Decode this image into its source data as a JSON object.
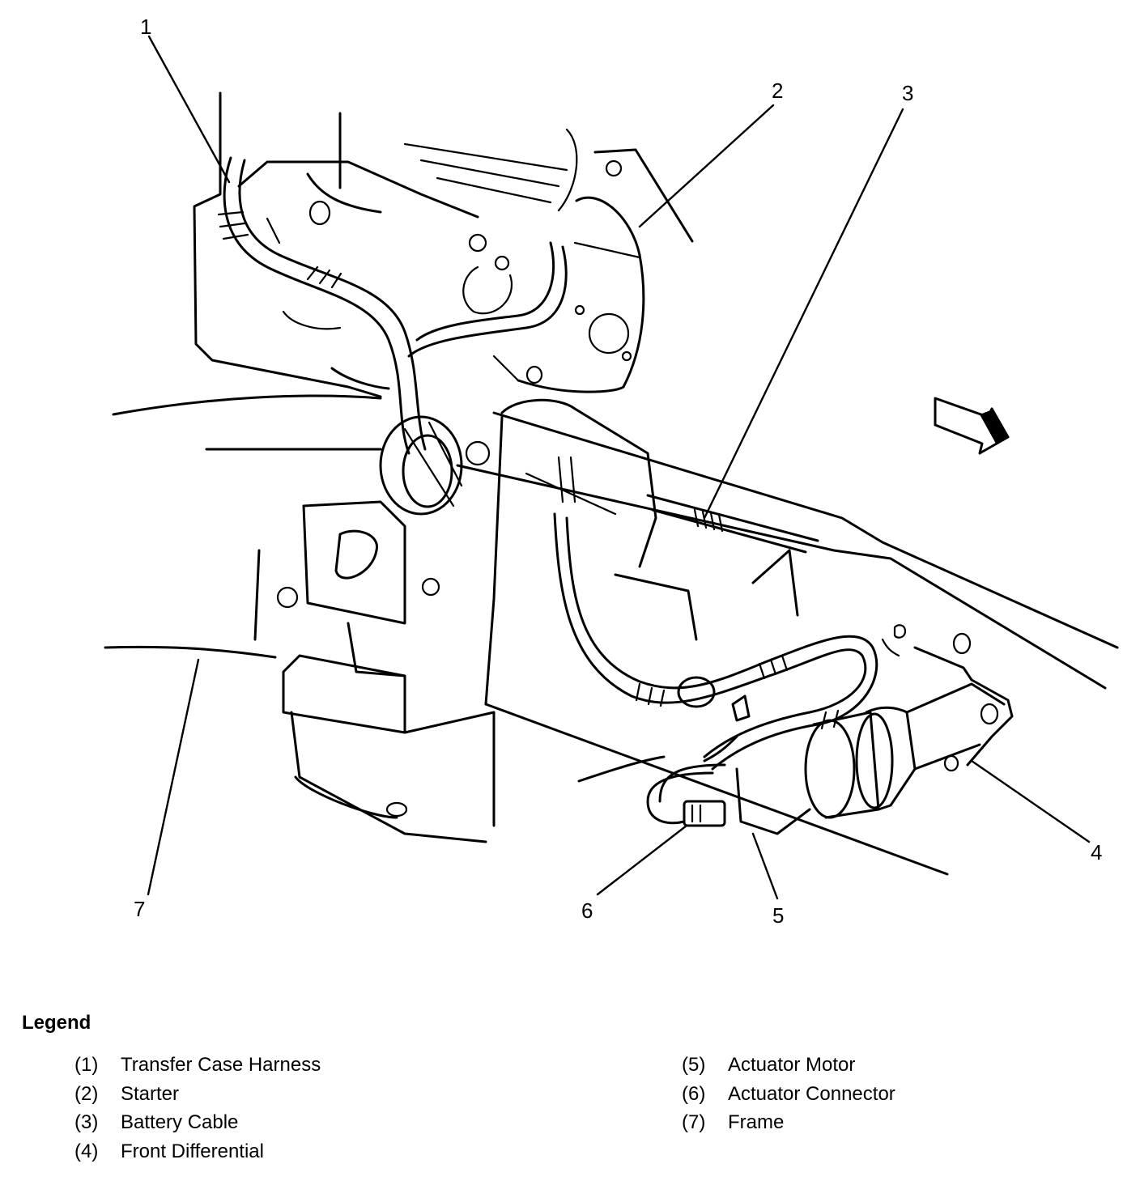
{
  "callouts": [
    {
      "number": "1",
      "part": "Transfer Case Harness"
    },
    {
      "number": "2",
      "part": "Starter"
    },
    {
      "number": "3",
      "part": "Battery Cable"
    },
    {
      "number": "4",
      "part": "Front Differential"
    },
    {
      "number": "5",
      "part": "Actuator Motor"
    },
    {
      "number": "6",
      "part": "Actuator Connector"
    },
    {
      "number": "7",
      "part": "Frame"
    }
  ],
  "legend": {
    "title": "Legend",
    "left_items": [
      {
        "num": "(1)",
        "label": "Transfer Case Harness"
      },
      {
        "num": "(2)",
        "label": "Starter"
      },
      {
        "num": "(3)",
        "label": "Battery Cable"
      },
      {
        "num": "(4)",
        "label": "Front Differential"
      }
    ],
    "right_items": [
      {
        "num": "(5)",
        "label": "Actuator Motor"
      },
      {
        "num": "(6)",
        "label": "Actuator Connector"
      },
      {
        "num": "(7)",
        "label": "Frame"
      }
    ]
  }
}
